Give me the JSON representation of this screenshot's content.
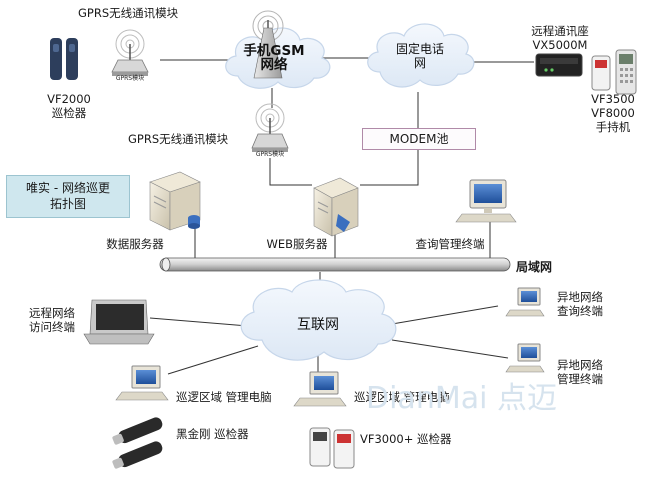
{
  "title": [
    "唯实 - 网络巡更",
    "拓扑图"
  ],
  "clouds": {
    "gsm": [
      "手机GSM",
      "网络"
    ],
    "fixed": [
      "固定电话",
      "网"
    ],
    "internet": "互联网"
  },
  "modem_pool": "MODEM池",
  "lan": "局域网",
  "labels": {
    "gprs_top": "GPRS无线通讯模块",
    "gprs_mid": "GPRS无线通讯模块",
    "gprs_module_caption": "GPRS模块",
    "vf2000": [
      "VF2000",
      "巡检器"
    ],
    "remote_seat": [
      "远程通讯座",
      "VX5000M"
    ],
    "handheld": [
      "VF3500",
      "VF8000",
      "手持机"
    ],
    "data_server": "数据服务器",
    "web_server": "WEB服务器",
    "query_terminal": "查询管理终端",
    "remote_access": [
      "远程网络",
      "访问终端"
    ],
    "remote_query": [
      "异地网络",
      "查询终端"
    ],
    "remote_mgmt": [
      "异地网络",
      "管理终端"
    ],
    "area_pc_1": "巡逻区域 管理电脑",
    "area_pc_2": "巡逻区域 管理电脑",
    "black_diamond": "黑金刚 巡检器",
    "vf3000": "VF3000+ 巡检器"
  },
  "watermark": "DianMai 点迈",
  "colors": {
    "cloud_fill": "#e9f1fb",
    "cloud_stroke": "#c6d6ea",
    "line": "#333333",
    "title_fill": "#cfe7ee",
    "modem_border": "#b08aa8"
  }
}
